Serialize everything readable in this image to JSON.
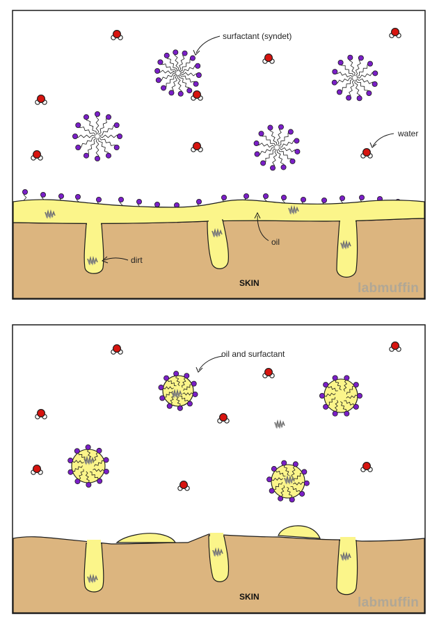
{
  "top_panel": {
    "labels": {
      "surfactant": "surfactant (syndet)",
      "water": "water",
      "oil": "oil",
      "dirt": "dirt",
      "skin": "SKIN"
    },
    "watermark": "labmuffin"
  },
  "bottom_panel": {
    "labels": {
      "oil_and_surfactant": "oil and surfactant",
      "skin": "SKIN"
    },
    "watermark": "labmuffin"
  },
  "colors": {
    "skin": "#dcb57f",
    "oil": "#fbf58a",
    "surfactant_head": "#7a1fc7",
    "water_oxygen": "#d7140f",
    "dirt": "#7f7f7f",
    "outline": "#1a1a1a"
  },
  "icons": [
    "water-molecule-icon",
    "surfactant-molecule-icon",
    "micelle-icon",
    "dirt-particle-icon"
  ]
}
